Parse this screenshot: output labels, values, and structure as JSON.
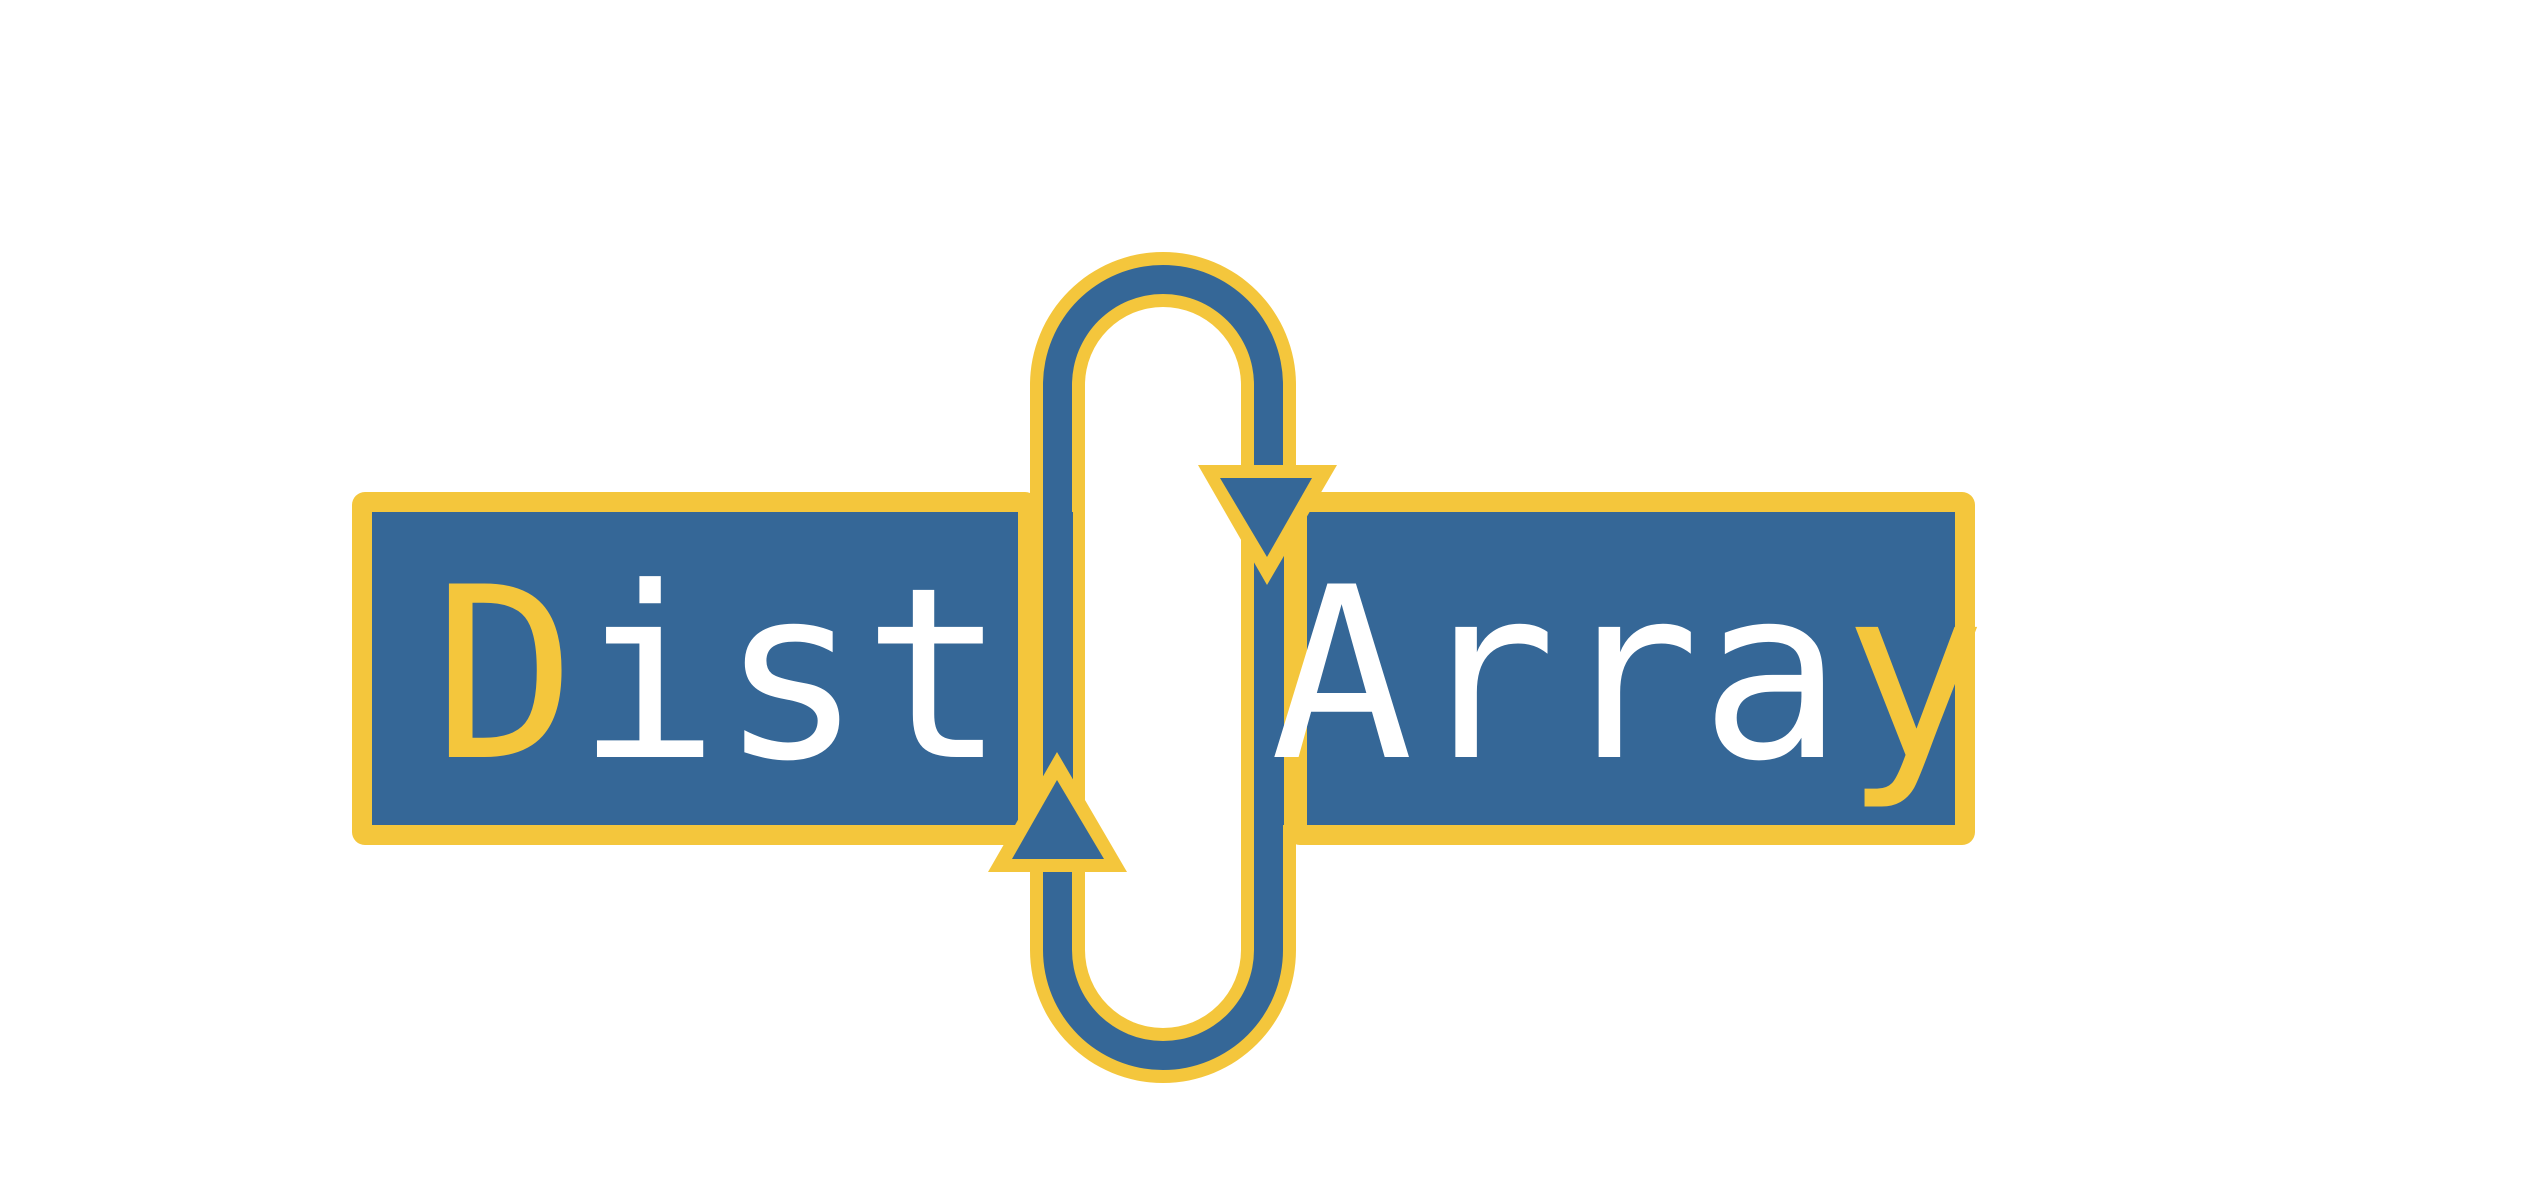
{
  "logo": {
    "word_left": {
      "first_letter": "D",
      "rest": "ist"
    },
    "word_right": {
      "rest": "Arra",
      "last_letter": "y"
    }
  },
  "colors": {
    "fill_blue": "#356797",
    "outline_yellow": "#f4c63c",
    "letter_white": "#ffffff",
    "letter_yellow": "#f4c63c",
    "background": "#ffffff"
  }
}
